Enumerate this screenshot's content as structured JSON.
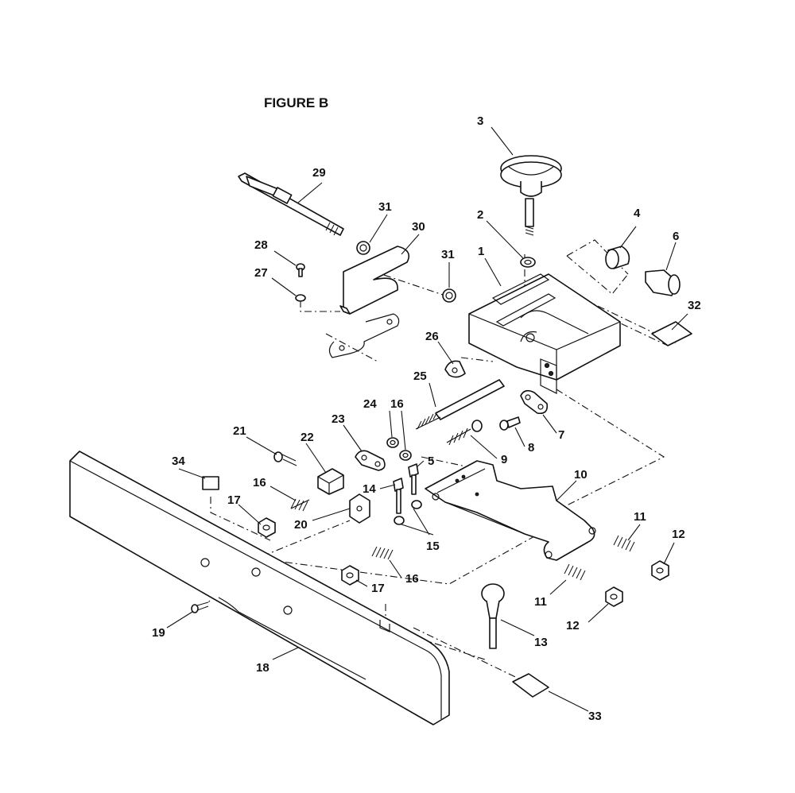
{
  "figure": {
    "title": "FIGURE B"
  },
  "callouts": {
    "p1": "1",
    "p2": "2",
    "p3": "3",
    "p4": "4",
    "p5": "5",
    "p6": "6",
    "p7": "7",
    "p8": "8",
    "p9": "9",
    "p10": "10",
    "p11a": "11",
    "p11b": "11",
    "p12a": "12",
    "p12b": "12",
    "p13": "13",
    "p14": "14",
    "p15": "15",
    "p16a": "16",
    "p16b": "16",
    "p16c": "16",
    "p17a": "17",
    "p17b": "17",
    "p18": "18",
    "p19": "19",
    "p20": "20",
    "p21": "21",
    "p22": "22",
    "p23": "23",
    "p24": "24",
    "p25": "25",
    "p26": "26",
    "p27": "27",
    "p28": "28",
    "p29": "29",
    "p30": "30",
    "p31a": "31",
    "p31b": "31",
    "p32": "32",
    "p33": "33",
    "p34": "34"
  }
}
